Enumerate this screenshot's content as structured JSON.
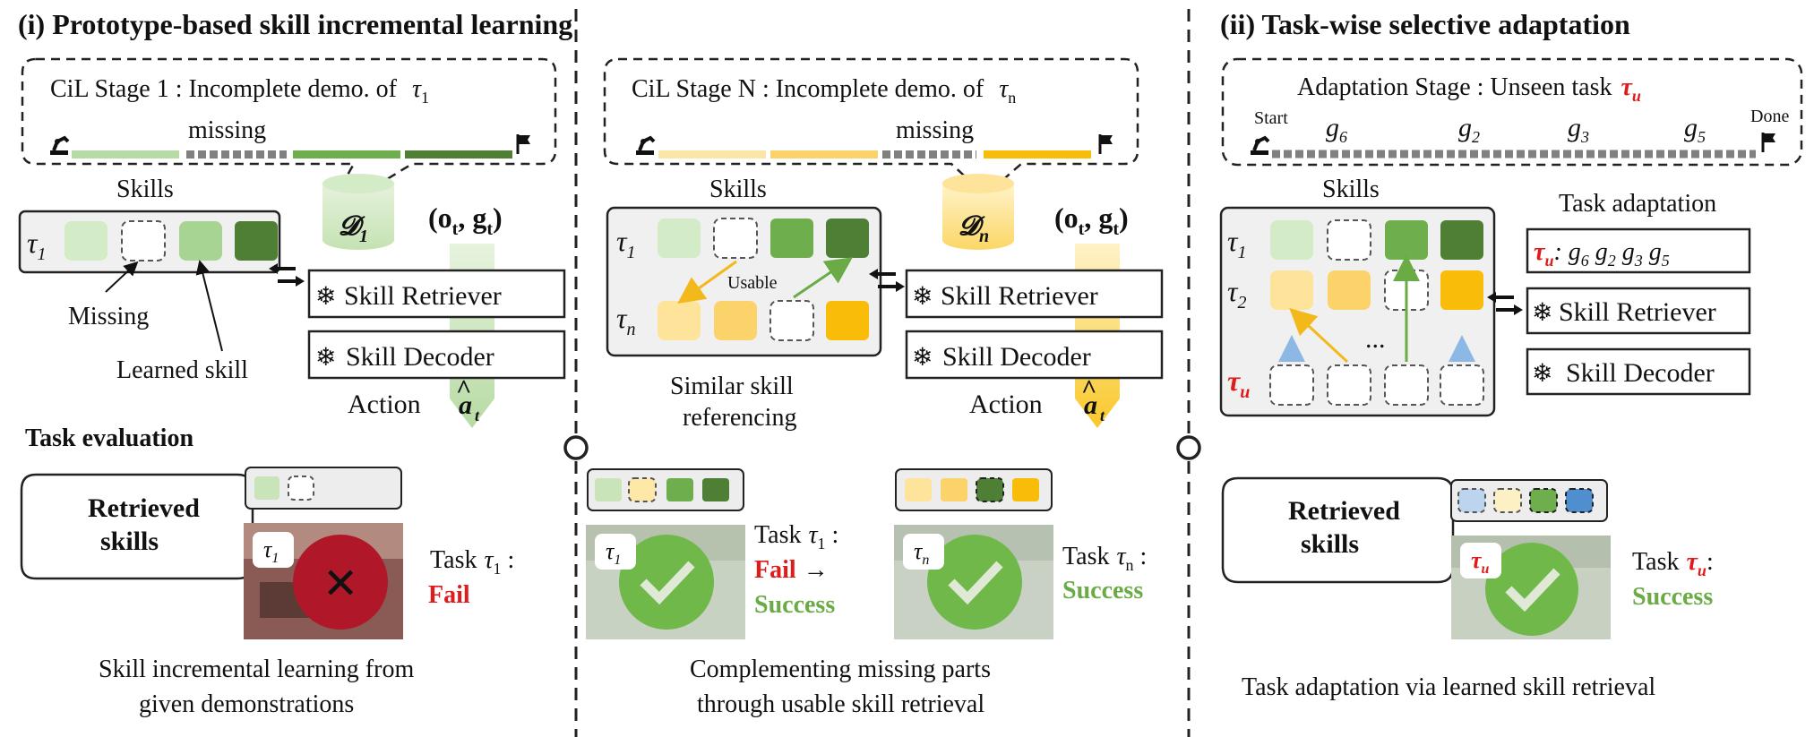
{
  "colors": {
    "light_green": "#b7dba4",
    "mid_green": "#6fae4c",
    "dark_green": "#4f7e35",
    "light_yellow": "#fbe6a8",
    "mid_yellow": "#fcd36a",
    "dark_yellow": "#f9bd09",
    "light_blue": "#bcd4ee",
    "mid_blue": "#4f8fd0",
    "fail_red": "#e01b1b",
    "success_green": "#6aab46",
    "panel_gray": "#f0f0f0"
  },
  "section1": {
    "title": "(i) Prototype-based skill incremental learning",
    "stage1": {
      "label": "CiL Stage 1 : Incomplete demo. of",
      "tau": "τ",
      "tau_sub": "1",
      "missing": "missing",
      "dataset": "𝓓",
      "dataset_sub": "1",
      "skills_title": "Skills",
      "row_label": "τ",
      "row_sub": "1",
      "obs": "(o",
      "obs_t": "t",
      "obs_g": ", g",
      "obs_close": ")",
      "retriever": "Skill Retriever",
      "decoder": "Skill Decoder",
      "action": "Action",
      "missing_note": "Missing",
      "learned_note": "Learned skill"
    },
    "stageN": {
      "label": "CiL Stage N : Incomplete demo. of",
      "tau": "τ",
      "tau_sub": "n",
      "missing": "missing",
      "dataset": "𝓓",
      "dataset_sub": "n",
      "skills_title": "Skills",
      "row1_sub": "1",
      "rown_sub": "n",
      "usable": "Usable",
      "retriever": "Skill Retriever",
      "decoder": "Skill Decoder",
      "action": "Action",
      "caption_line1": "Similar skill",
      "caption_line2": "referencing"
    },
    "eval": {
      "title": "Task evaluation",
      "bubble_line1": "Retrieved",
      "bubble_line2": "skills",
      "task_label": "Task",
      "fail": "Fail",
      "arrow": "→",
      "success": "Success",
      "caption_left_1": "Skill incremental learning from",
      "caption_left_2": "given demonstrations",
      "caption_mid_1": "Complementing missing parts",
      "caption_mid_2": "through usable skill retrieval"
    }
  },
  "section2": {
    "title": "(ii) Task-wise selective adaptation",
    "stage_label": "Adaptation Stage : Unseen task",
    "start": "Start",
    "done": "Done",
    "goals": [
      "g6",
      "g2",
      "g3",
      "g5"
    ],
    "skills_title": "Skills",
    "task_adaptation": "Task adaptation",
    "sequence": ": g6 g2 g3 g5",
    "ellipsis": "...",
    "retriever": "Skill Retriever",
    "decoder": "Skill Decoder",
    "bubble_line1": "Retrieved",
    "bubble_line2": "skills",
    "task_label": "Task",
    "success": "Success",
    "caption": "Task adaptation via learned skill retrieval"
  }
}
